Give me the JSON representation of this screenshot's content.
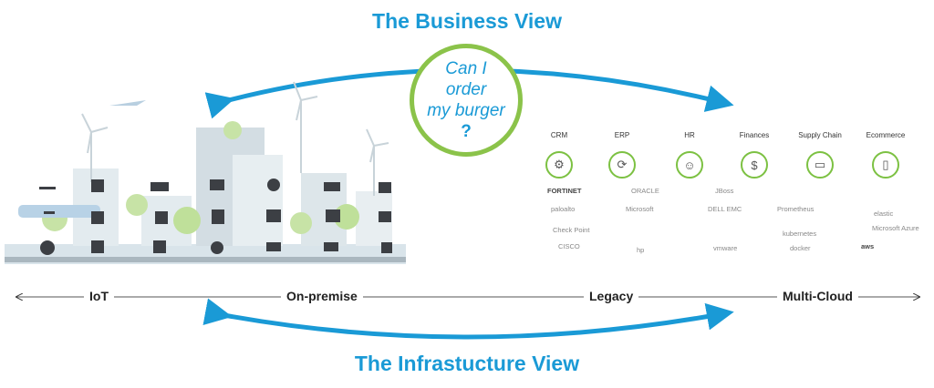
{
  "titles": {
    "business": "The Business View",
    "infrastructure": "The Infrastucture View"
  },
  "bubble": {
    "line1": "Can I",
    "line2": "order",
    "line3": "my burger",
    "line4": "?"
  },
  "axis": {
    "labels": [
      "IoT",
      "On-premise",
      "Legacy",
      "Multi-Cloud"
    ]
  },
  "categories": [
    {
      "name": "CRM",
      "icon": "gear-globe-icon"
    },
    {
      "name": "ERP",
      "icon": "gear-cycle-icon"
    },
    {
      "name": "HR",
      "icon": "people-icon"
    },
    {
      "name": "Finances",
      "icon": "dollar-icon"
    },
    {
      "name": "Supply Chain",
      "icon": "truck-icon"
    },
    {
      "name": "Ecommerce",
      "icon": "cart-icon"
    }
  ],
  "logos": {
    "col1": [
      "FORTINET",
      "paloalto",
      "Check Point",
      "CISCO"
    ],
    "col2": [
      "ORACLE",
      "Microsoft",
      "",
      "hp"
    ],
    "col3": [
      "JBoss",
      "DELL EMC",
      "",
      "vmware"
    ],
    "col4": [
      "",
      "Prometheus",
      "kubernetes",
      "docker"
    ],
    "col5": [
      "",
      "elastic",
      "Microsoft Azure",
      "aws"
    ]
  },
  "colors": {
    "accent": "#1a9ad6",
    "green": "#8bc34a"
  }
}
